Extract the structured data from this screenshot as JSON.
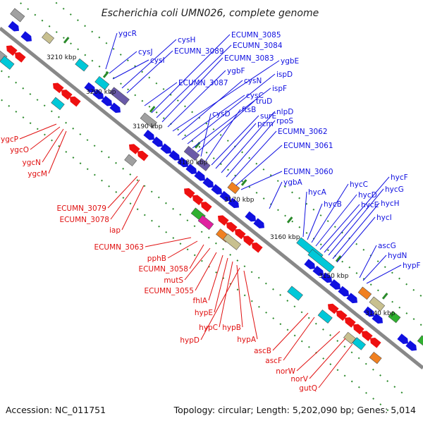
{
  "title": "Escherichia coli UMN026, complete genome",
  "footer": {
    "accession": "Accession: NC_011751",
    "summary": "Topology: circular; Length: 5,202,090 bp; Genes: 5,014"
  },
  "colors": {
    "forward_label": "#1010e0",
    "reverse_label": "#e01010",
    "forward_gene": "#1010e0",
    "reverse_gene": "#ee1010",
    "backbone": "#808080",
    "tick": "#2a8a2a"
  },
  "tick_labels": [
    "3210 kbp",
    "3200 kbp",
    "3190 kbp",
    "3180 kbp",
    "3170 kbp",
    "3160 kbp",
    "3150 kbp",
    "3140 kbp"
  ],
  "forward_genes": [
    "ygcR",
    "cysJ",
    "cysI",
    "cysH",
    "ECUMN_3089",
    "ECUMN_3087",
    "ECUMN_3085",
    "ECUMN_3084",
    "ECUMN_3083",
    "ygbF",
    "ygbE",
    "cysN",
    "cysC",
    "ispD",
    "ispF",
    "truD",
    "cysD",
    "ftsB",
    "surE",
    "pcm",
    "nlpD",
    "rpoS",
    "ECUMN_3062",
    "ECUMN_3061",
    "ECUMN_3060",
    "ygbA",
    "hycA",
    "hycB",
    "hycC",
    "hycD",
    "hycE",
    "hycF",
    "hycG",
    "hycH",
    "hycI",
    "ascG",
    "hydN",
    "hypF"
  ],
  "reverse_genes": [
    "ygcP",
    "ygcO",
    "ygcN",
    "ygcM",
    "ECUMN_3079",
    "ECUMN_3078",
    "iap",
    "ECUMN_3063",
    "pphB",
    "ECUMN_3058",
    "mutS",
    "ECUMN_3055",
    "fhlA",
    "hypE",
    "hypC",
    "hypB",
    "hypD",
    "hypA",
    "ascB",
    "ascF",
    "norW",
    "norV",
    "gutQ"
  ]
}
